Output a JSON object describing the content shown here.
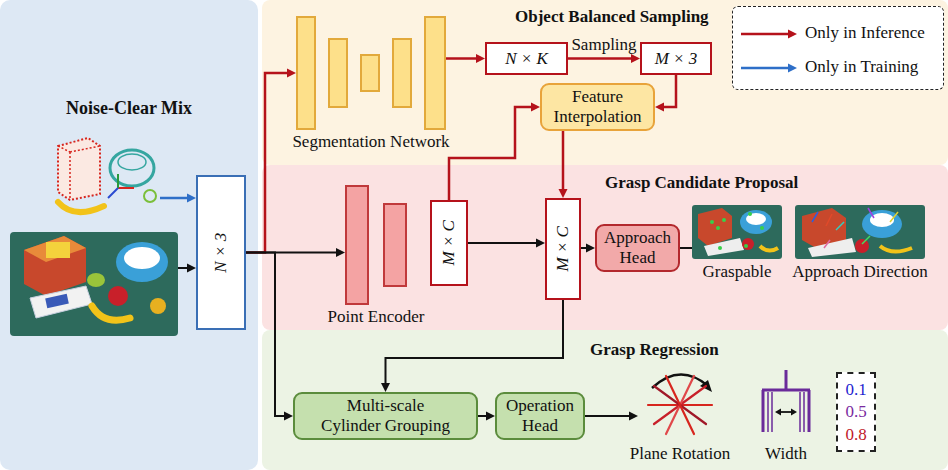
{
  "diagram": {
    "nodes": [
      {
        "text": [
          "Noise-Clear Mix"
        ]
      },
      {
        "text": [
          "N × 3"
        ],
        "in": 0
      },
      {
        "text": [
          "Object Balanced Sampling"
        ]
      },
      {
        "text": [
          "Segmentation Network"
        ],
        "in": 2
      },
      {
        "text": [
          "N × K"
        ],
        "in": 2
      },
      {
        "text": [
          "M × 3"
        ],
        "in": 2
      },
      {
        "text": [
          "Feature Interpolation"
        ],
        "in": 2
      },
      {
        "text": [
          "Grasp Candidate Proposal"
        ]
      },
      {
        "text": [
          "Point Encoder"
        ],
        "in": 7
      },
      {
        "text": [
          "M × C"
        ],
        "in": 7
      },
      {
        "text": [
          "M × C"
        ],
        "in": 7
      },
      {
        "text": [
          "Approach Head"
        ],
        "in": 7
      },
      {
        "text": [
          "Grasp Regression"
        ]
      },
      {
        "text": [
          "Multi-scale Cylinder Grouping"
        ],
        "in": 12
      },
      {
        "text": [
          "Operation Head"
        ],
        "in": 12
      },
      {
        "text": [
          "0.1",
          "0.5",
          "0.8"
        ],
        "in": 12
      }
    ],
    "edges": [
      {
        "from": 1,
        "to": 3,
        "arrow": "to"
      },
      {
        "from": 1,
        "to": 8,
        "arrow": "to"
      },
      {
        "from": 1,
        "to": 13,
        "arrow": "to"
      },
      {
        "from": 3,
        "to": 4,
        "arrow": "to"
      },
      {
        "from": 4,
        "to": 5,
        "label": "Sampling",
        "arrow": "to"
      },
      {
        "from": 5,
        "to": 6,
        "arrow": "to"
      },
      {
        "from": 9,
        "to": 6,
        "arrow": "to"
      },
      {
        "from": 6,
        "to": 10,
        "arrow": "to"
      },
      {
        "from": 9,
        "to": 10,
        "arrow": "to"
      },
      {
        "from": 10,
        "to": 11,
        "arrow": "to"
      },
      {
        "from": 10,
        "to": 13,
        "arrow": "to"
      },
      {
        "from": 13,
        "to": 14,
        "arrow": "to"
      }
    ],
    "labels": [
      "Graspable",
      "Approach Direction",
      "Plane Rotation",
      "Width"
    ],
    "legend": [
      {
        "text": "Only in Inference"
      },
      {
        "text": "Only in Training"
      }
    ]
  }
}
